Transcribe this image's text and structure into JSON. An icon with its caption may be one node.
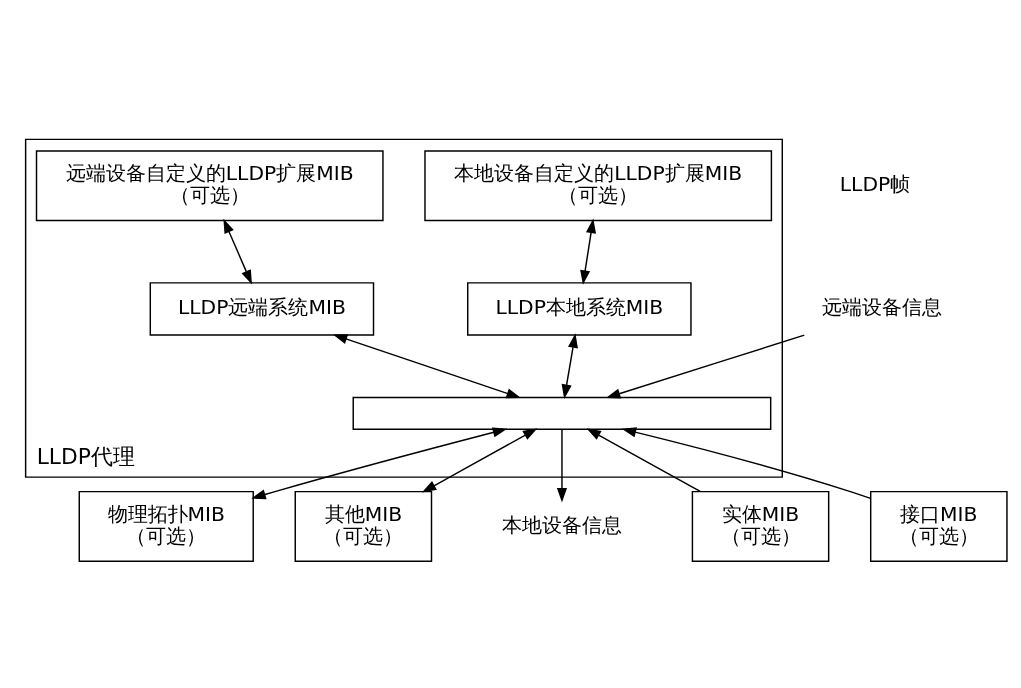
{
  "diagram": {
    "nodes": [
      {
        "text": [
          "LLDP代理"
        ]
      },
      {
        "text": [
          "本地设备自定义的LLDP扩展MIB",
          "（可选）"
        ],
        "in": 0
      },
      {
        "text": [
          "远端设备自定义的LLDP扩展MIB",
          "（可选）"
        ],
        "in": 0
      },
      {
        "text": [
          "LLDP本地系统MIB"
        ],
        "in": 0
      },
      {
        "text": [
          "LLDP远端系统MIB"
        ],
        "in": 0
      },
      {
        "text": [],
        "shape": "bar",
        "in": 0
      },
      {
        "text": [
          "物理拓扑MIB",
          "（可选）"
        ]
      },
      {
        "text": [
          "实体MIB",
          "（可选）"
        ]
      },
      {
        "text": [
          "接口MIB",
          "（可选）"
        ]
      },
      {
        "text": [
          "其他MIB",
          "（可选）"
        ]
      },
      {
        "text": [
          "本地设备信息"
        ]
      },
      {
        "text": [
          "远端设备信息"
        ]
      }
    ],
    "edges": [
      {
        "from": 1,
        "to": 3,
        "arrow": "both"
      },
      {
        "from": 2,
        "to": 4,
        "arrow": "both"
      },
      {
        "from": 3,
        "to": 5,
        "arrow": "both"
      },
      {
        "from": 4,
        "to": 5,
        "arrow": "both"
      },
      {
        "from": 5,
        "to": 6,
        "arrow": "both"
      },
      {
        "from": 7,
        "to": 5,
        "arrow": "to"
      },
      {
        "from": 8,
        "to": 5,
        "arrow": "to"
      },
      {
        "from": 5,
        "to": 9,
        "arrow": "both"
      },
      {
        "from": 5,
        "to": 10,
        "arrow": "to"
      },
      {
        "from": 11,
        "to": 5,
        "arrow": "to"
      }
    ],
    "labels": [
      "LLDP帧"
    ]
  }
}
